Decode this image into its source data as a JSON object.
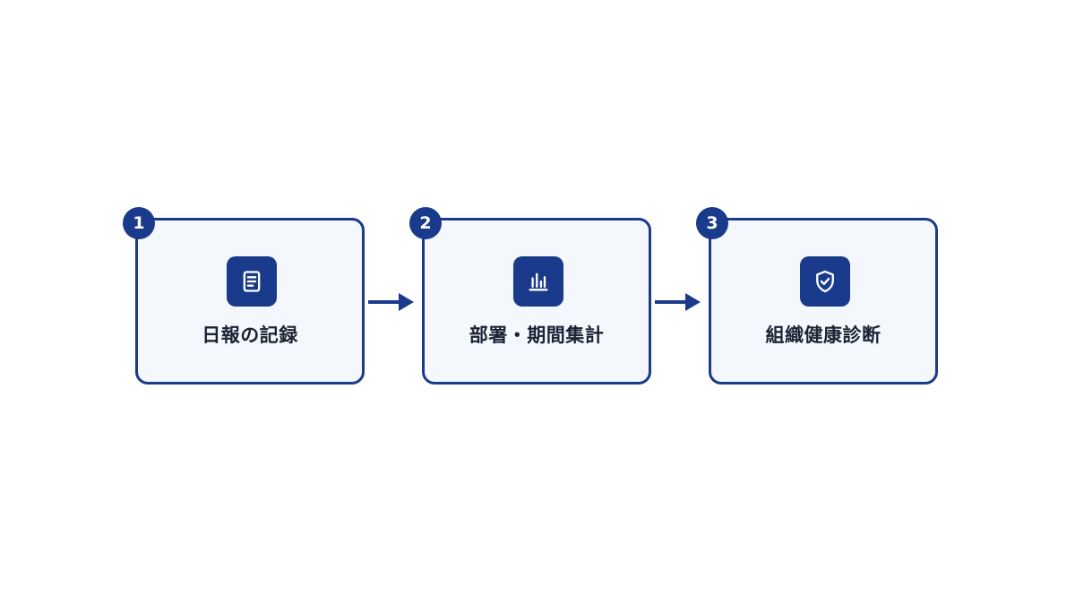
{
  "steps": [
    {
      "number": "1",
      "label": "日報の記録",
      "icon": "document-icon"
    },
    {
      "number": "2",
      "label": "部署・期間集計",
      "icon": "bar-chart-icon"
    },
    {
      "number": "3",
      "label": "組織健康診断",
      "icon": "shield-check-icon"
    }
  ],
  "colors": {
    "accent": "#1a3b8c",
    "card_background": "#f4f7fb",
    "text": "#1b2233"
  }
}
